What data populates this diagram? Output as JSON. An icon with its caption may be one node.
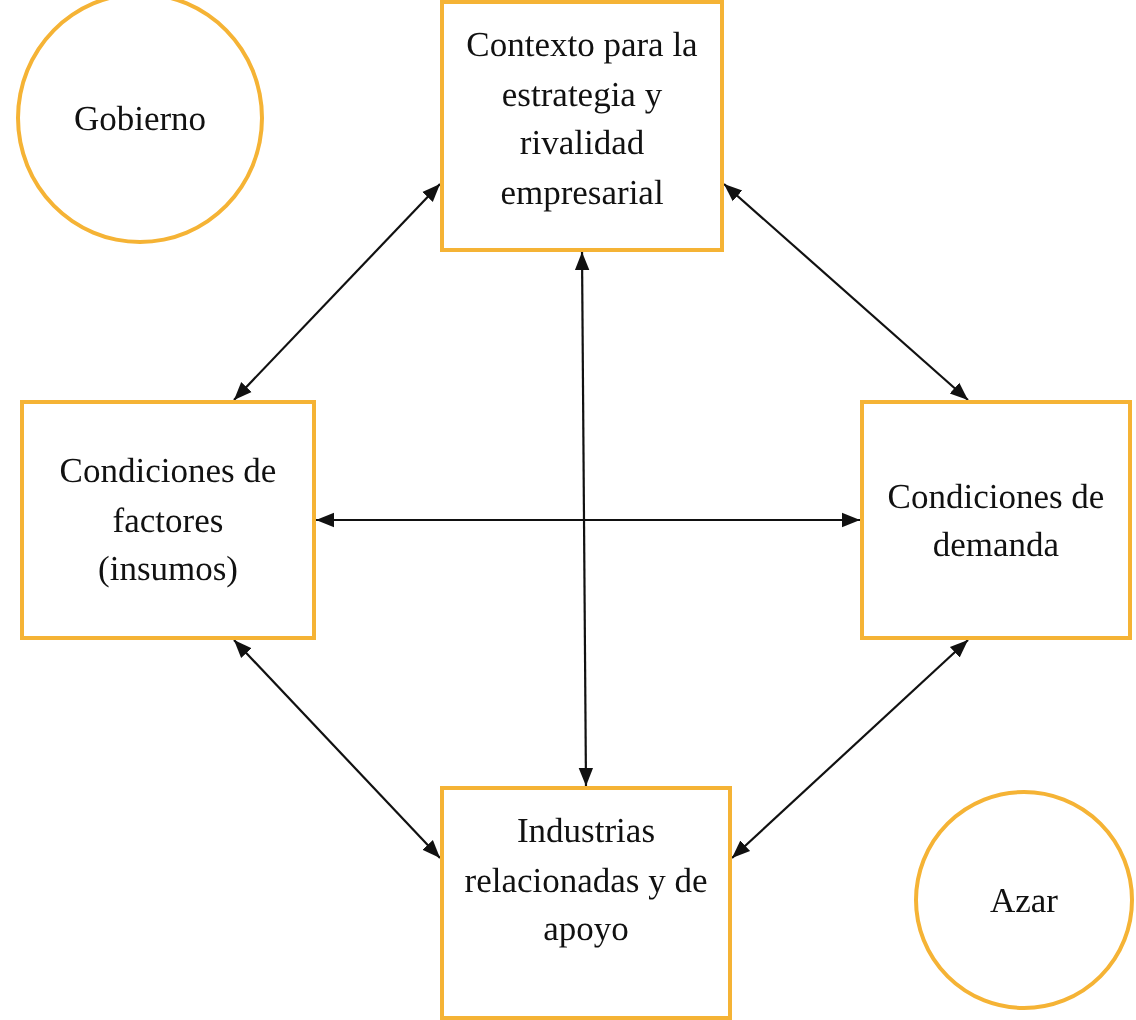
{
  "diagram": {
    "nodes": [
      {
        "text": [
          "Gobierno"
        ]
      },
      {
        "text": [
          "Contexto para la estrategia y rivalidad empresarial"
        ]
      },
      {
        "text": [
          "Condiciones de factores (insumos)"
        ]
      },
      {
        "text": [
          "Condiciones de demanda"
        ]
      },
      {
        "text": [
          "Industrias relacionadas y de apoyo"
        ]
      },
      {
        "text": [
          "Azar"
        ]
      }
    ],
    "edges": [
      {
        "from": 1,
        "to": 2,
        "arrow": "both"
      },
      {
        "from": 1,
        "to": 3,
        "arrow": "both"
      },
      {
        "from": 2,
        "to": 3,
        "arrow": "both"
      },
      {
        "from": 1,
        "to": 4,
        "arrow": "both"
      },
      {
        "from": 2,
        "to": 4,
        "arrow": "both"
      },
      {
        "from": 3,
        "to": 4,
        "arrow": "both"
      }
    ]
  }
}
